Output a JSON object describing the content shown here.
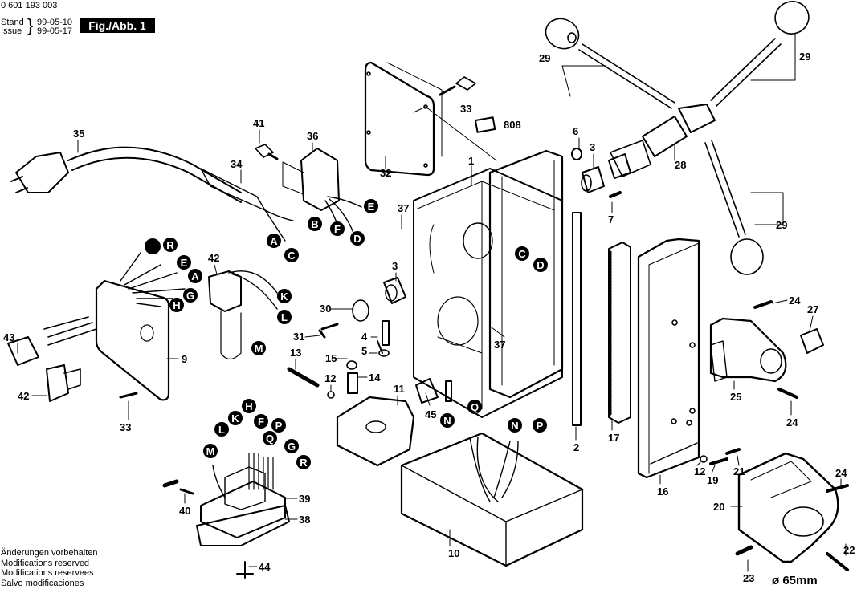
{
  "header": {
    "part_number": "0 601 193 003",
    "stand_label": "Stand",
    "issue_label": "Issue",
    "stand_date_struck": "99-05-10",
    "issue_date": "99-05-17",
    "figure_label": "Fig./Abb. 1"
  },
  "footer_notes": [
    "Änderungen vorbehalten",
    "Modifications reserved",
    "Modifications reservees",
    "Salvo modificaciones"
  ],
  "dimension_label": "ø 65mm",
  "part_labels": [
    {
      "id": "p29a",
      "text": "29"
    },
    {
      "id": "p29b",
      "text": "29"
    },
    {
      "id": "p29c",
      "text": "29"
    },
    {
      "id": "p33a",
      "text": "33"
    },
    {
      "id": "p808",
      "text": "808"
    },
    {
      "id": "p6",
      "text": "6"
    },
    {
      "id": "p3a",
      "text": "3"
    },
    {
      "id": "p28",
      "text": "28"
    },
    {
      "id": "p41",
      "text": "41"
    },
    {
      "id": "p36",
      "text": "36"
    },
    {
      "id": "p35",
      "text": "35"
    },
    {
      "id": "p34",
      "text": "34"
    },
    {
      "id": "p32",
      "text": "32"
    },
    {
      "id": "p1",
      "text": "1"
    },
    {
      "id": "p7",
      "text": "7"
    },
    {
      "id": "p37a",
      "text": "37"
    },
    {
      "id": "p42a",
      "text": "42"
    },
    {
      "id": "p3b",
      "text": "3"
    },
    {
      "id": "p30",
      "text": "30"
    },
    {
      "id": "p31",
      "text": "31"
    },
    {
      "id": "p4",
      "text": "4"
    },
    {
      "id": "p37b",
      "text": "37"
    },
    {
      "id": "p15",
      "text": "15"
    },
    {
      "id": "p5",
      "text": "5"
    },
    {
      "id": "p13",
      "text": "13"
    },
    {
      "id": "p14",
      "text": "14"
    },
    {
      "id": "p12a",
      "text": "12"
    },
    {
      "id": "p11",
      "text": "11"
    },
    {
      "id": "p45",
      "text": "45"
    },
    {
      "id": "p43",
      "text": "43"
    },
    {
      "id": "p9",
      "text": "9"
    },
    {
      "id": "p42b",
      "text": "42"
    },
    {
      "id": "p33b",
      "text": "33"
    },
    {
      "id": "p24a",
      "text": "24"
    },
    {
      "id": "p27",
      "text": "27"
    },
    {
      "id": "p25",
      "text": "25"
    },
    {
      "id": "p24b",
      "text": "24"
    },
    {
      "id": "p2",
      "text": "2"
    },
    {
      "id": "p17",
      "text": "17"
    },
    {
      "id": "p16",
      "text": "16"
    },
    {
      "id": "p12b",
      "text": "12"
    },
    {
      "id": "p19",
      "text": "19"
    },
    {
      "id": "p21",
      "text": "21"
    },
    {
      "id": "p24c",
      "text": "24"
    },
    {
      "id": "p20",
      "text": "20"
    },
    {
      "id": "p22",
      "text": "22"
    },
    {
      "id": "p23",
      "text": "23"
    },
    {
      "id": "p39",
      "text": "39"
    },
    {
      "id": "p40",
      "text": "40"
    },
    {
      "id": "p38",
      "text": "38"
    },
    {
      "id": "p10",
      "text": "10"
    },
    {
      "id": "p44",
      "text": "44"
    }
  ],
  "wire_markers": [
    {
      "id": "wA1",
      "text": "A"
    },
    {
      "id": "wC1",
      "text": "C"
    },
    {
      "id": "wB1",
      "text": "B"
    },
    {
      "id": "wF1",
      "text": "F"
    },
    {
      "id": "wD1",
      "text": "D"
    },
    {
      "id": "wE1",
      "text": "E"
    },
    {
      "id": "wBlank",
      "text": ""
    },
    {
      "id": "wR1",
      "text": "R"
    },
    {
      "id": "wE2",
      "text": "E"
    },
    {
      "id": "wA2",
      "text": "A"
    },
    {
      "id": "wG1",
      "text": "G"
    },
    {
      "id": "wH1",
      "text": "H"
    },
    {
      "id": "wK1",
      "text": "K"
    },
    {
      "id": "wL1",
      "text": "L"
    },
    {
      "id": "wM1",
      "text": "M"
    },
    {
      "id": "wC2",
      "text": "C"
    },
    {
      "id": "wD2",
      "text": "D"
    },
    {
      "id": "wN1",
      "text": "N"
    },
    {
      "id": "wQ1",
      "text": "Q"
    },
    {
      "id": "wN2",
      "text": "N"
    },
    {
      "id": "wP1",
      "text": "P"
    },
    {
      "id": "wH2",
      "text": "H"
    },
    {
      "id": "wK2",
      "text": "K"
    },
    {
      "id": "wF2",
      "text": "F"
    },
    {
      "id": "wP2",
      "text": "P"
    },
    {
      "id": "wL2",
      "text": "L"
    },
    {
      "id": "wQ2",
      "text": "Q"
    },
    {
      "id": "wG2",
      "text": "G"
    },
    {
      "id": "wM2",
      "text": "M"
    },
    {
      "id": "wR2",
      "text": "R"
    }
  ]
}
